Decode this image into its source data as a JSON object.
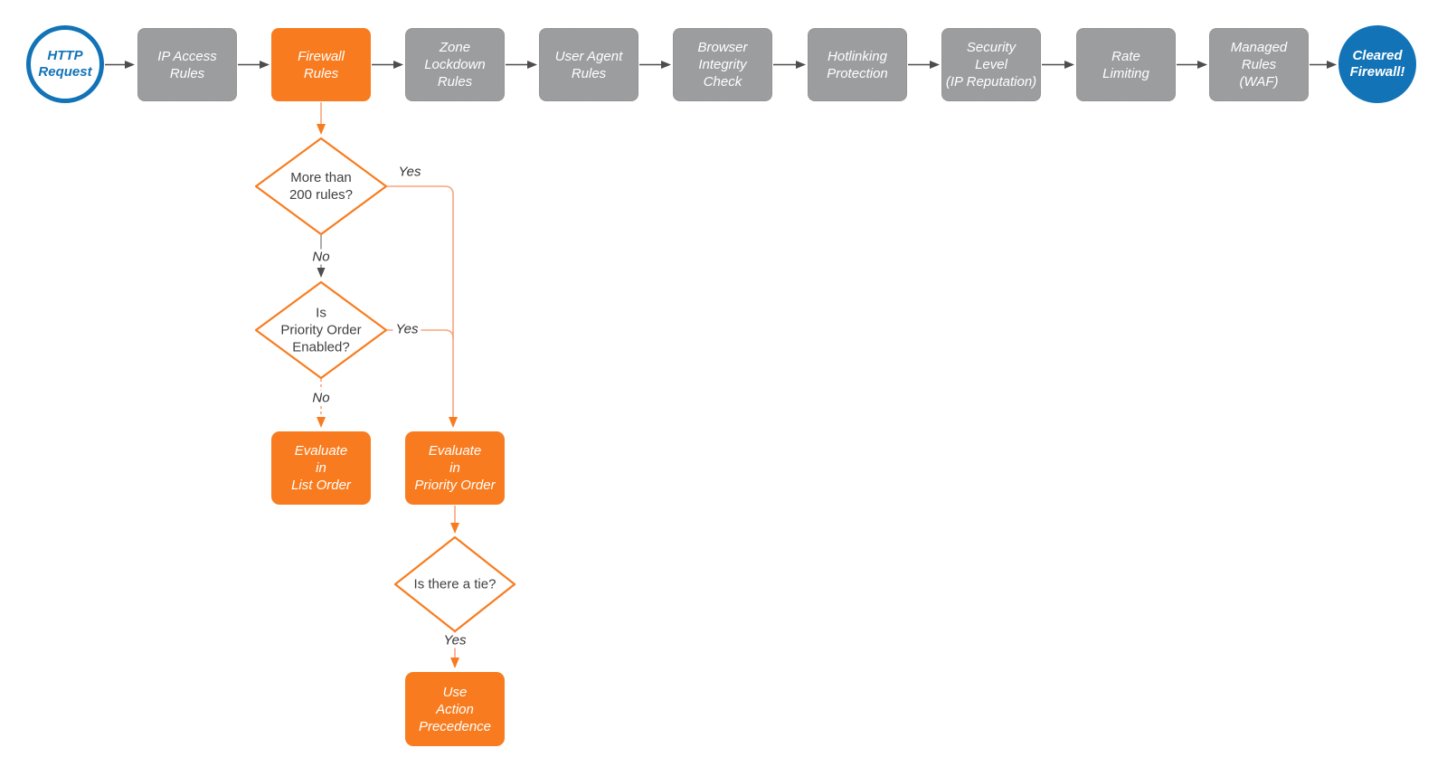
{
  "title": "Firewall request evaluation flowchart",
  "colors": {
    "accent_orange": "#F87C1F",
    "connector_salmon": "#F6A57B",
    "stage_gray": "#9C9D9F",
    "connector_dark": "#4D4D4D",
    "brand_blue": "#1273B7",
    "text_dark": "#404040"
  },
  "start": {
    "label": "HTTP\nRequest"
  },
  "end": {
    "label": "Cleared\nFirewall!"
  },
  "pipeline": [
    {
      "label": "IP Access\nRules"
    },
    {
      "label": "Firewall\nRules"
    },
    {
      "label": "Zone\nLockdown\nRules"
    },
    {
      "label": "User Agent\nRules"
    },
    {
      "label": "Browser\nIntegrity\nCheck"
    },
    {
      "label": "Hotlinking\nProtection"
    },
    {
      "label": "Security\nLevel\n(IP Reputation)"
    },
    {
      "label": "Rate\nLimiting"
    },
    {
      "label": "Managed\nRules\n(WAF)"
    }
  ],
  "decisions": [
    {
      "label": "More than\n200 rules?",
      "yes_label": "Yes",
      "no_label": "No"
    },
    {
      "label": "Is\nPriority Order\nEnabled?",
      "yes_label": "Yes",
      "no_label": "No"
    },
    {
      "label": "Is there a tie?",
      "yes_label": "Yes"
    }
  ],
  "actions": [
    {
      "label": "Evaluate\nin\nList Order"
    },
    {
      "label": "Evaluate\nin\nPriority Order"
    },
    {
      "label": "Use\nAction\nPrecedence"
    }
  ]
}
